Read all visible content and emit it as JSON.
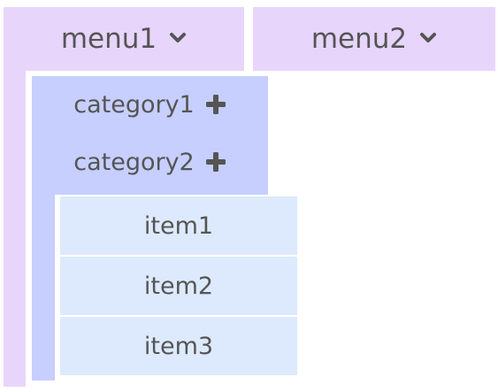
{
  "menus": [
    {
      "label": "menu1",
      "icon": "chevron-down-icon"
    },
    {
      "label": "menu2",
      "icon": "chevron-down-icon"
    }
  ],
  "categories": [
    {
      "label": "category1",
      "icon": "plus-icon"
    },
    {
      "label": "category2",
      "icon": "plus-icon"
    }
  ],
  "items": [
    {
      "label": "item1"
    },
    {
      "label": "item2"
    },
    {
      "label": "item3"
    }
  ],
  "colors": {
    "menu_bg": "#e8d5fb",
    "category_bg": "#c6cfff",
    "item_bg": "#ddeafd",
    "text": "#555555"
  }
}
